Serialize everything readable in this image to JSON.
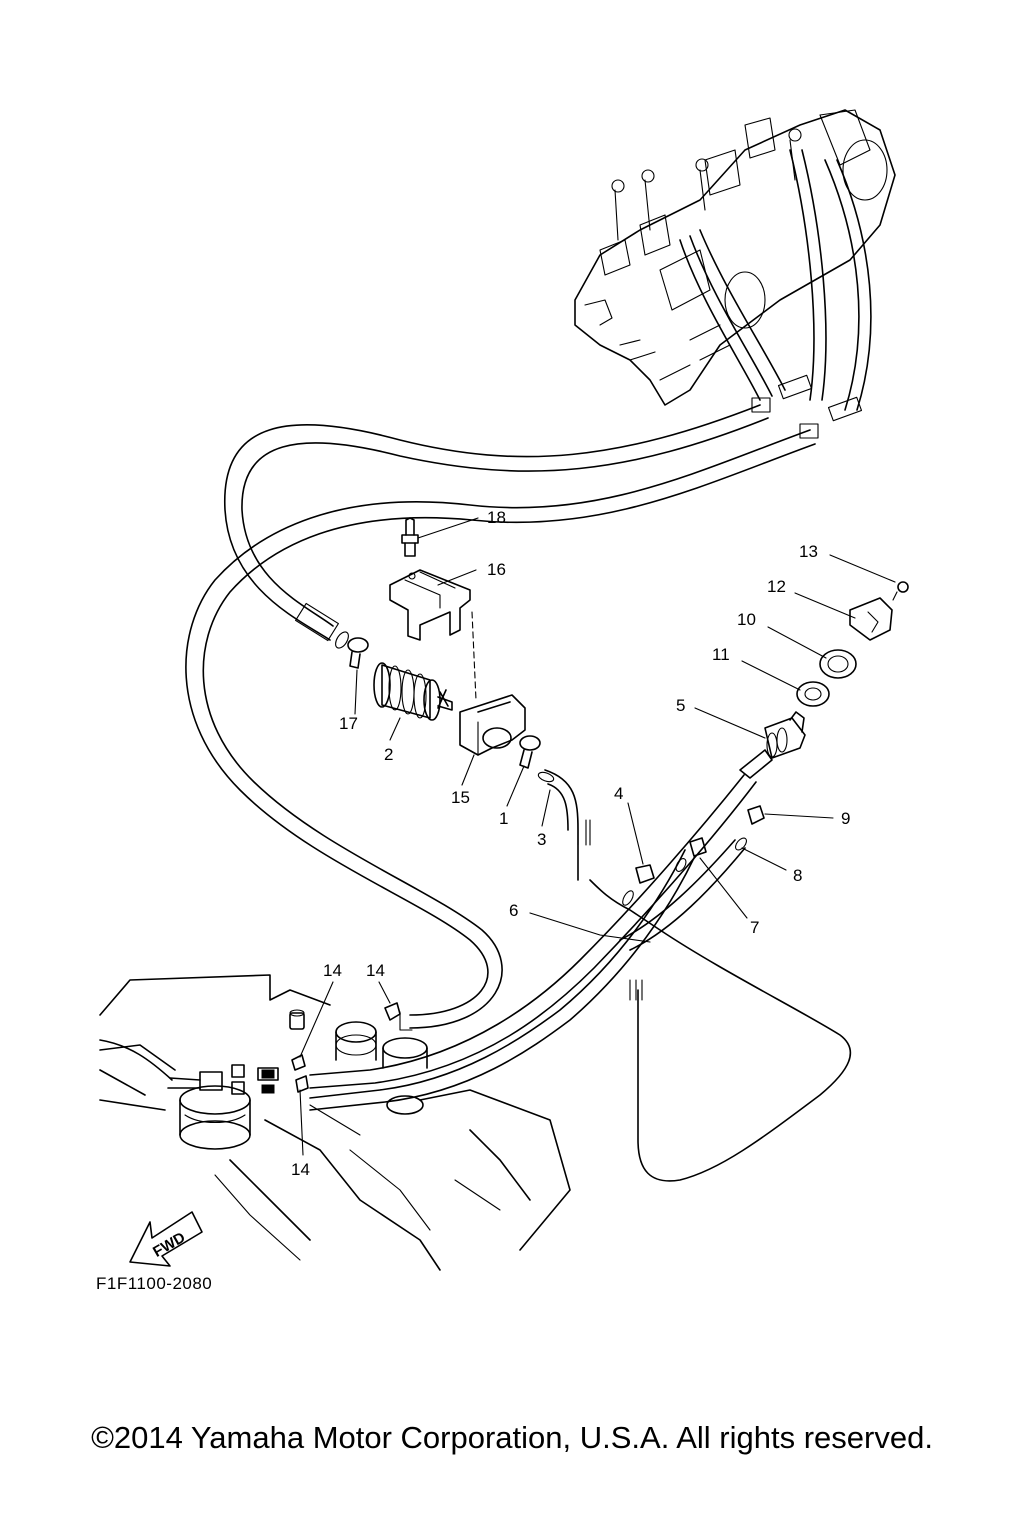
{
  "diagram": {
    "drawing_code": "F1F1100-2080",
    "direction_marker": "FWD",
    "copyright": "©2014 Yamaha Motor Corporation, U.S.A. All rights reserved."
  },
  "callouts": [
    {
      "id": "callout-1",
      "label": "1"
    },
    {
      "id": "callout-2",
      "label": "2"
    },
    {
      "id": "callout-3",
      "label": "3"
    },
    {
      "id": "callout-4",
      "label": "4"
    },
    {
      "id": "callout-5",
      "label": "5"
    },
    {
      "id": "callout-6",
      "label": "6"
    },
    {
      "id": "callout-7",
      "label": "7"
    },
    {
      "id": "callout-8",
      "label": "8"
    },
    {
      "id": "callout-9",
      "label": "9"
    },
    {
      "id": "callout-10",
      "label": "10"
    },
    {
      "id": "callout-11",
      "label": "11"
    },
    {
      "id": "callout-12",
      "label": "12"
    },
    {
      "id": "callout-13",
      "label": "13"
    },
    {
      "id": "callout-14a",
      "label": "14"
    },
    {
      "id": "callout-14b",
      "label": "14"
    },
    {
      "id": "callout-14c",
      "label": "14"
    },
    {
      "id": "callout-15",
      "label": "15"
    },
    {
      "id": "callout-16",
      "label": "16"
    },
    {
      "id": "callout-17",
      "label": "17"
    },
    {
      "id": "callout-18",
      "label": "18"
    }
  ]
}
